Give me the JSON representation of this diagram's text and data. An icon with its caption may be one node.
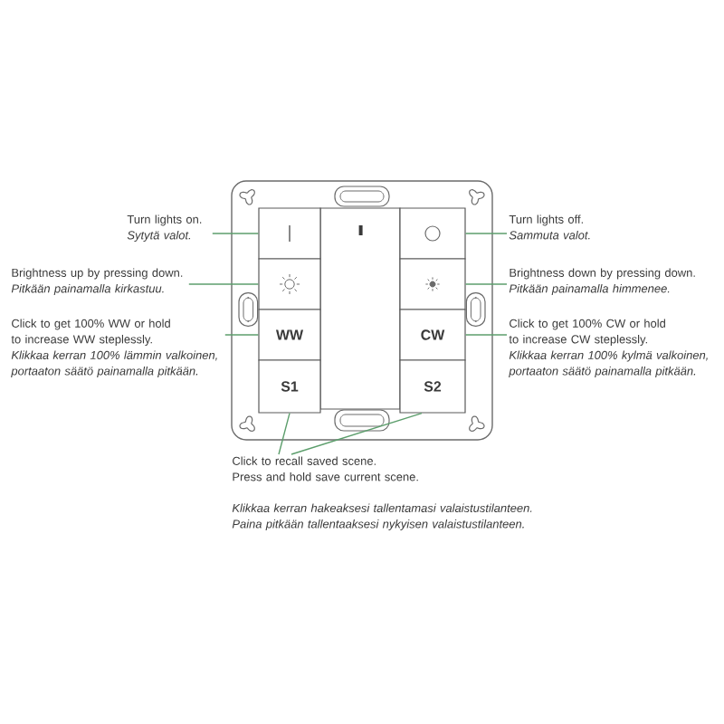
{
  "diagram": {
    "nodes": [
      {
        "text": [
          "Turn lights on.",
          "Sytytä valot."
        ]
      },
      {
        "text": [],
        "shape": "box"
      },
      {
        "text": [],
        "shape": "box"
      },
      {
        "text": [
          "Turn lights off.",
          "Sammuta valot."
        ]
      },
      {
        "text": [
          "Brightness up by pressing down.",
          "Pitkään painamalla kirkastuu."
        ]
      },
      {
        "text": [],
        "shape": "box"
      },
      {
        "text": [],
        "shape": "box"
      },
      {
        "text": [
          "Brightness down by pressing down.",
          "Pitkään painamalla himmenee."
        ]
      },
      {
        "text": [
          "Click to get 100% WW or hold to increase WW steplessly.",
          "Klikkaa kerran 100% lämmin valkoinen, portaaton säätö painamalla pitkään."
        ]
      },
      {
        "text": [
          "WW"
        ]
      },
      {
        "text": [
          "CW"
        ]
      },
      {
        "text": [
          "Click to get 100% CW or hold to increase CW steplessly.",
          "Klikkaa kerran 100% kylmä valkoinen, portaaton säätö painamalla pitkään."
        ]
      },
      {
        "text": [
          "S1"
        ]
      },
      {
        "text": [
          "S2"
        ]
      },
      {
        "text": [
          "Click to recall saved scene. Press and hold save current scene.",
          "Klikkaa kerran hakeaksesi tallentamasi valaistustilanteen. Paina pitkään tallentaaksesi nykyisen valaistustilanteen."
        ]
      }
    ],
    "edges": [
      {
        "from": 0,
        "to": 1,
        "arrow": "none"
      },
      {
        "from": 3,
        "to": 2,
        "arrow": "none"
      },
      {
        "from": 4,
        "to": 5,
        "arrow": "none"
      },
      {
        "from": 7,
        "to": 6,
        "arrow": "none"
      },
      {
        "from": 8,
        "to": 9,
        "arrow": "none"
      },
      {
        "from": 11,
        "to": 10,
        "arrow": "none"
      },
      {
        "from": 14,
        "to": 12,
        "arrow": "none"
      },
      {
        "from": 14,
        "to": 13,
        "arrow": "none"
      }
    ]
  }
}
